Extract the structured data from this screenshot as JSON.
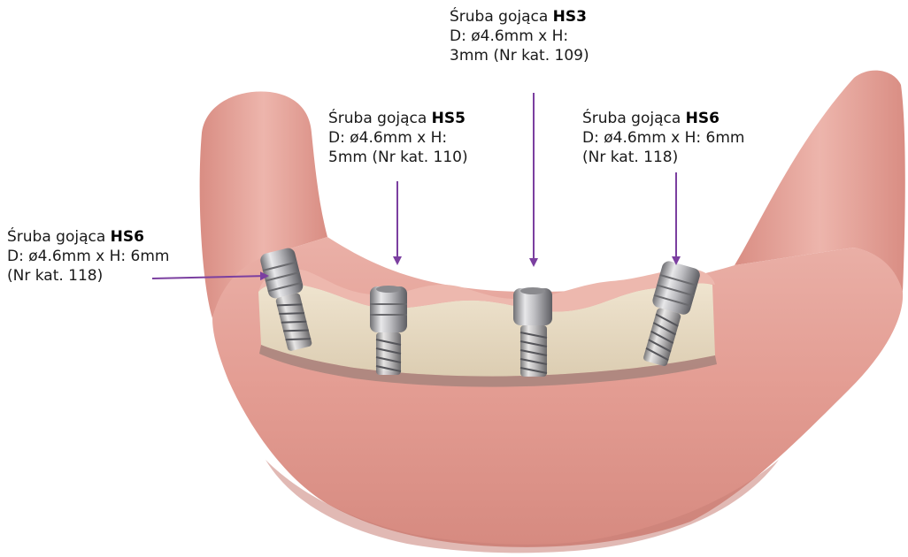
{
  "callouts": [
    {
      "prefix": "Śruba gojąca ",
      "code": "HS3",
      "line2": "D: ø4.6mm x H:",
      "line3": "3mm (Nr kat. 109)"
    },
    {
      "prefix": "Śruba gojąca ",
      "code": "HS5",
      "line2": "D: ø4.6mm x H:",
      "line3": "5mm (Nr kat. 110)"
    },
    {
      "prefix": "Śruba gojąca ",
      "code": "HS6",
      "line2": "D: ø4.6mm x H: 6mm",
      "line3": "(Nr kat. 118)"
    },
    {
      "prefix": "Śruba gojąca ",
      "code": "HS6",
      "line2": "D: ø4.6mm x H: 6mm",
      "line3": "(Nr kat. 118)"
    }
  ],
  "colors": {
    "arrow": "#7b3fa0",
    "gum": "#e9a9a0",
    "gum_dark": "#c9867e",
    "bone": "#e8dcc6",
    "metal": "#b8b8bc"
  }
}
